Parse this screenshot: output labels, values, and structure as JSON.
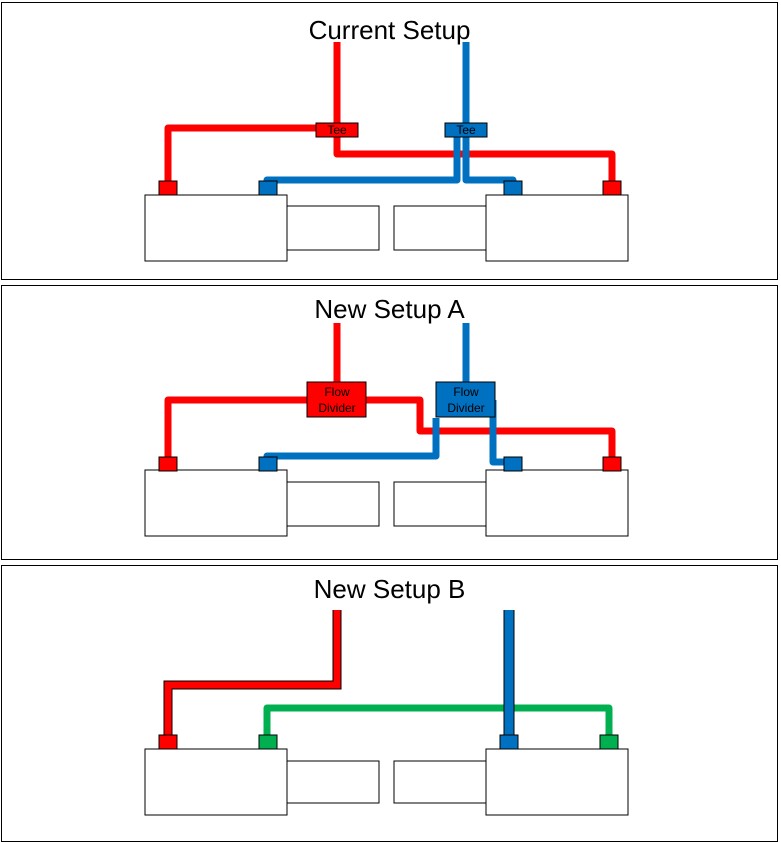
{
  "colors": {
    "red": "#ff0000",
    "blue": "#0070c0",
    "green": "#00b050",
    "outline": "#000000",
    "background": "#ffffff"
  },
  "panels": [
    {
      "title": "Current Setup",
      "tee_red_label": "Tee",
      "tee_blue_label": "Tee"
    },
    {
      "title": "New Setup A",
      "divider_red_label_line1": "Flow",
      "divider_red_label_line2": "Divider",
      "divider_blue_label_line1": "Flow",
      "divider_blue_label_line2": "Divider"
    },
    {
      "title": "New Setup B"
    }
  ]
}
